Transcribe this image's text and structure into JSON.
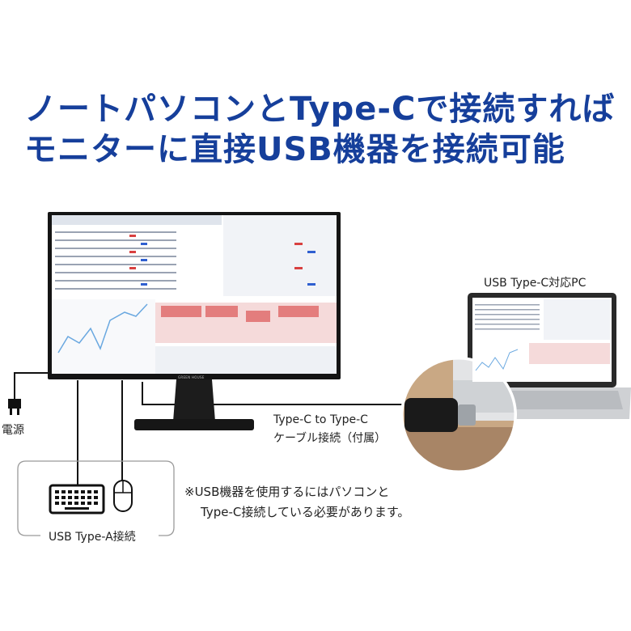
{
  "headline": {
    "line1": "ノートパソコンとType-Cで接続すれば",
    "line2": "モニターに直接USB機器を接続可能"
  },
  "monitor": {
    "brand": "GREEN HOUSE"
  },
  "labels": {
    "laptop": "USB Type-C対応PC",
    "cable_line1": "Type-C to Type-C",
    "cable_line2": "ケーブル接続（付属）",
    "power": "電源",
    "usb_a": "USB Type-A接続"
  },
  "note": {
    "line1": "※USB機器を使用するにはパソコンと",
    "line2": "Type-C接続している必要があります。"
  },
  "colors": {
    "headline": "#163f9b",
    "monitor_bezel": "#111111",
    "cable": "#111111",
    "accent_red": "#d84040",
    "accent_blue": "#2f5fd0"
  },
  "icons": [
    "power-plug-icon",
    "keyboard-icon",
    "mouse-icon",
    "laptop-icon"
  ]
}
